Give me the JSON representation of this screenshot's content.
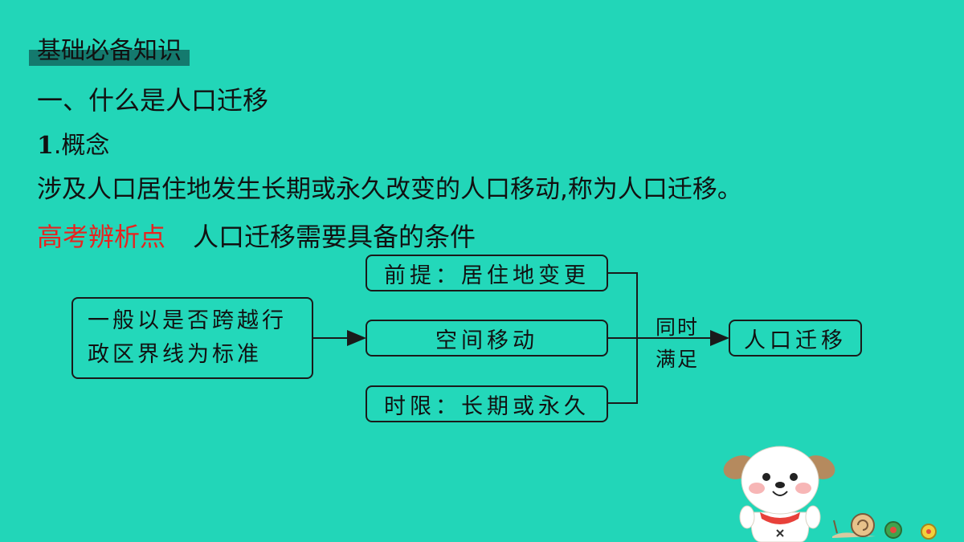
{
  "section": {
    "tag": "基础必备知识"
  },
  "heading1": "一、什么是人口迁移",
  "heading2": {
    "number": "1",
    "title": ".概念"
  },
  "paragraph": "涉及人口居住地发生长期或永久改变的人口移动,称为人口迁移。",
  "exam_point": {
    "tag": "高考辨析点",
    "title": "人口迁移需要具备的条件"
  },
  "diagram": {
    "left_box": {
      "line1": "一般以是否跨越行",
      "line2": "政区界线为标准"
    },
    "premise": "前提：居住地变更",
    "middle": "空间移动",
    "time_limit": "时限：长期或永久",
    "condition": {
      "line1": "同时",
      "line2": "满足"
    },
    "result": "人口迁移"
  },
  "colors": {
    "background": "#22d6b8",
    "section_bar": "#147a6e",
    "exam_tag": "#e8231f"
  },
  "decorations": {
    "mascot": "puppy-mascot-icon",
    "snail": "snail-icon"
  }
}
